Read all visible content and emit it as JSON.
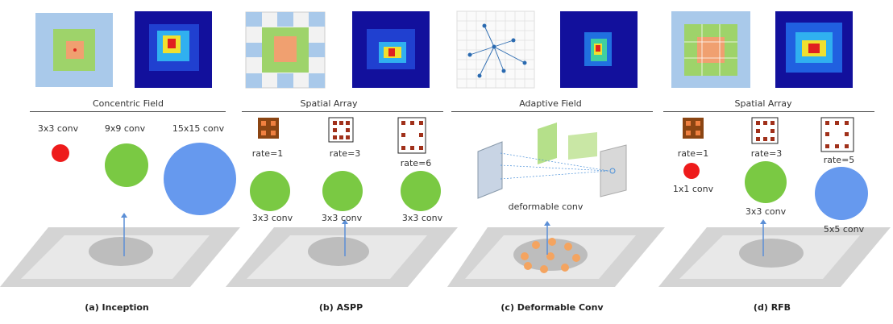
{
  "panels": [
    {
      "field_label": "Concentric Field",
      "caption": "(a) Inception",
      "kernels": [
        "3x3 conv",
        "9x9 conv",
        "15x15 conv"
      ]
    },
    {
      "field_label": "Spatial Array",
      "caption": "(b) ASPP",
      "rates": [
        "rate=1",
        "rate=3",
        "rate=6"
      ],
      "kernels": [
        "3x3 conv",
        "3x3 conv",
        "3x3 conv"
      ]
    },
    {
      "field_label": "Adaptive Field",
      "caption": "(c) Deformable Conv",
      "kernel": "deformable conv"
    },
    {
      "field_label": "Spatial Array",
      "caption": "(d) RFB",
      "rates": [
        "rate=1",
        "rate=3",
        "rate=5"
      ],
      "kernels": [
        "1x1 conv",
        "3x3 conv",
        "5x5 conv"
      ]
    }
  ],
  "colors": {
    "red_dot": "#ee1b1b",
    "green_circle": "#7ac943",
    "blue_circle": "#6699ee",
    "arrow": "#5b8fd6",
    "orange_patch": "#f4a460"
  }
}
